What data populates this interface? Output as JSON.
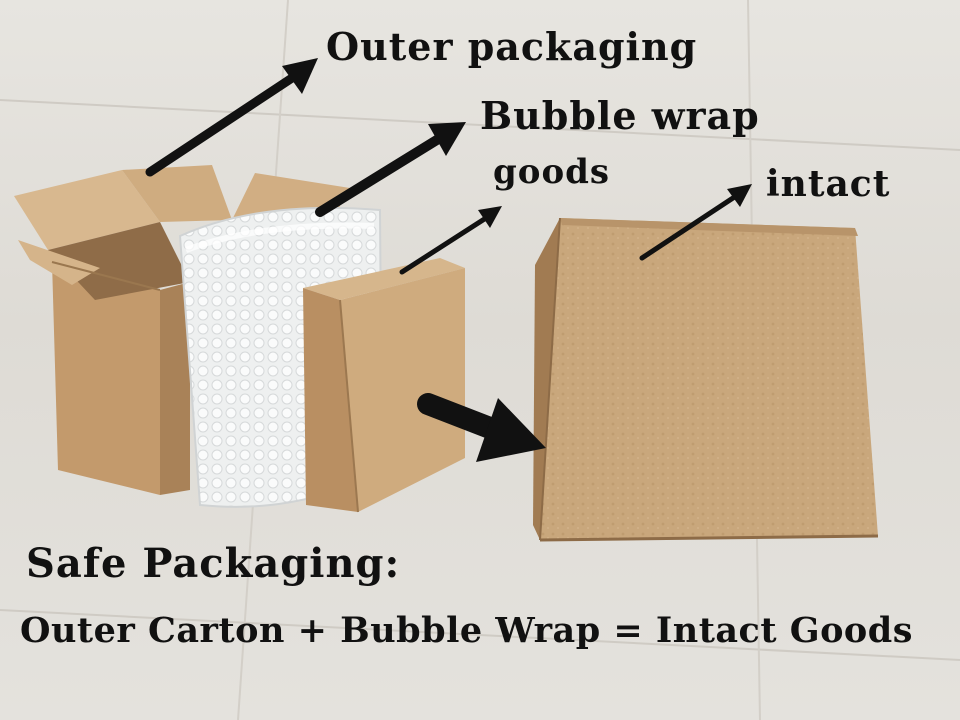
{
  "labels": {
    "outer_packaging": "Outer packaging",
    "bubble_wrap": "Bubble wrap",
    "goods": "goods",
    "intact": "intact"
  },
  "caption": {
    "title": "Safe Packaging:",
    "formula": "Outer Carton + Bubble Wrap = Intact Goods"
  },
  "colors": {
    "cardboard": "#c9a579",
    "cardboard_dark": "#a98258",
    "bubble_wrap": "#f2f3f3",
    "floor": "#e3e1dc",
    "text": "#111111"
  }
}
